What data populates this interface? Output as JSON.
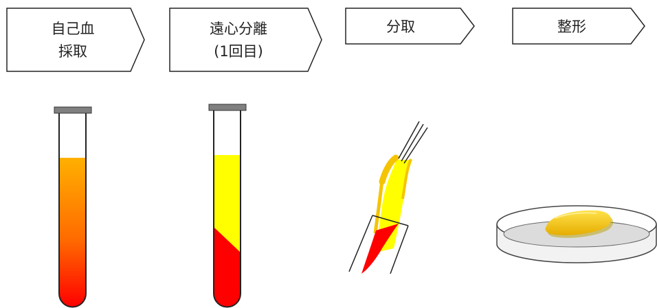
{
  "steps": [
    {
      "lines": [
        "自己血",
        "採取"
      ]
    },
    {
      "lines": [
        "遠心分離",
        "(1回目)"
      ]
    },
    {
      "lines": [
        "分取"
      ]
    },
    {
      "lines": [
        "整形"
      ]
    }
  ],
  "colors": {
    "blood_red": "#ff0000",
    "blood_orange": "#ffa500",
    "plasma_yellow": "#ffff00",
    "gel_gold": "#f5c400",
    "outline": "#333333"
  }
}
